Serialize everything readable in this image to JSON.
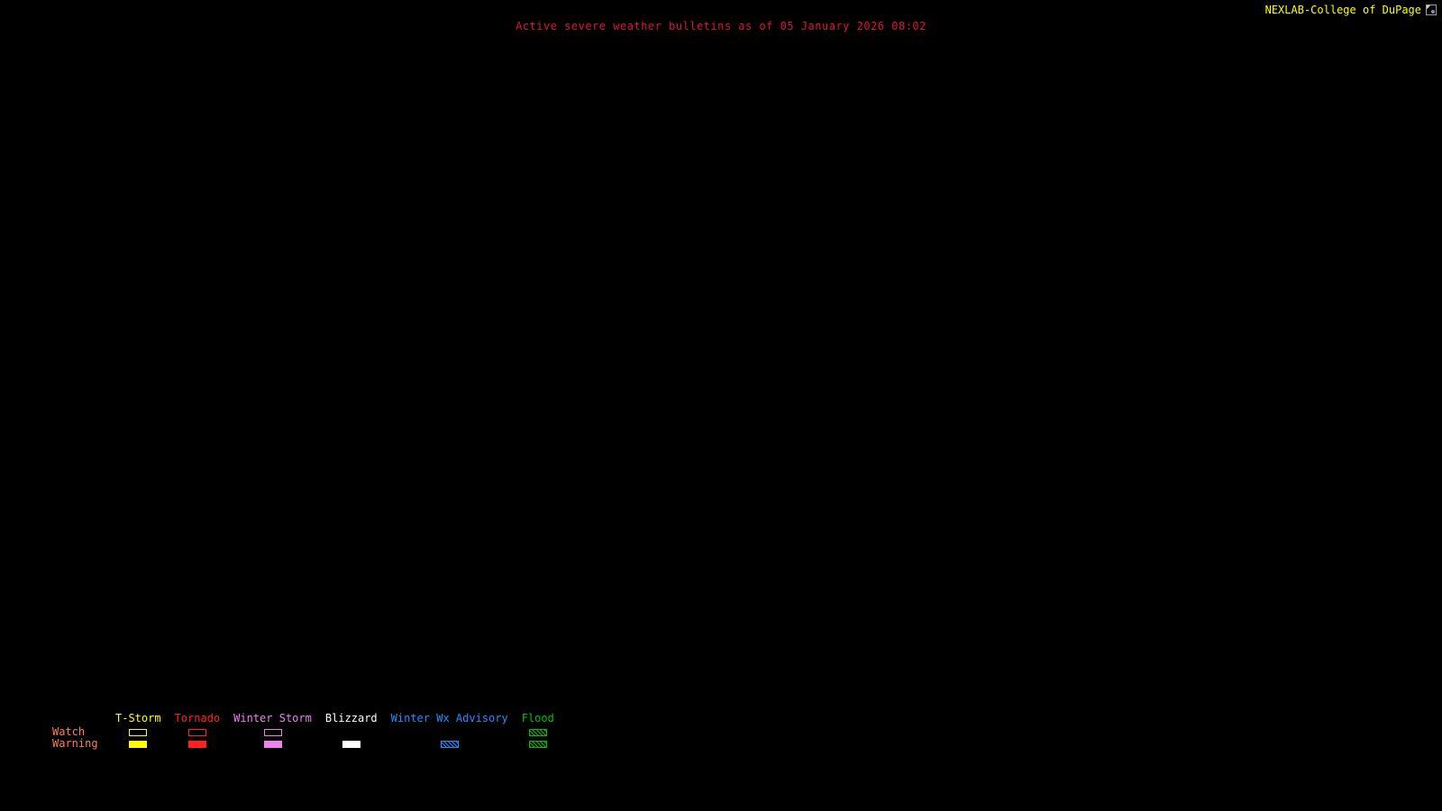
{
  "header": {
    "title": "Active severe weather bulletins as of 05 January 2026 08:02",
    "title_color": "#dc143c",
    "brand": "NEXLAB-College of DuPage",
    "brand_color": "#ffff00",
    "logo_icon": "cod-logo"
  },
  "map": {
    "background_color": "#000000",
    "active_bulletin_shapes": []
  },
  "legend": {
    "watch_label": "Watch",
    "warning_label": "Warning",
    "row_label_color": "#ff7f50",
    "columns": [
      {
        "label": "T-Storm",
        "color": "#ffff00",
        "watch": "outline",
        "warning": "fill"
      },
      {
        "label": "Tornado",
        "color": "#ff2020",
        "watch": "outline",
        "warning": "fill"
      },
      {
        "label": "Winter Storm",
        "color": "#ee82ee",
        "watch": "outline",
        "warning": "fill"
      },
      {
        "label": "Blizzard",
        "color": "#ffffff",
        "watch": "none",
        "warning": "fill"
      },
      {
        "label": "Winter Wx Advisory",
        "color": "#1e90ff",
        "watch": "none",
        "warning": "hatch"
      },
      {
        "label": "Flood",
        "color": "#00c000",
        "watch": "hatch",
        "warning": "hatch"
      }
    ]
  }
}
